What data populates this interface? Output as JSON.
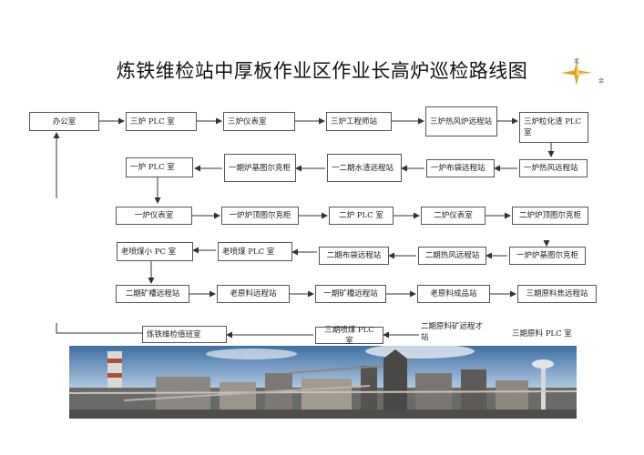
{
  "title": "炼铁维检站中厚板作业区作业长高炉巡检路线图",
  "compass": {
    "north": "北",
    "south": "余"
  },
  "nodes": {
    "office": "办公室",
    "f3_plc": "三炉 PLC 室",
    "f3_instrument": "三炉仪表室",
    "f3_engineer": "三炉工程师站",
    "f3_hotblast_remote": "三炉热风炉远程站",
    "f3_granulation_plc": "三炉粒化渣 PLC 室",
    "f1_plc": "一炉 PLC 室",
    "p1_base_tur": "一期炉基图尔克柜",
    "p2_water_remote": "一二期水渣远程站",
    "f1_bag_remote": "一炉布袋远程站",
    "f1_hotblast_remote": "一炉热风远程站",
    "f1_instrument": "一炉仪表室",
    "f1_top_tur": "一炉炉顶图尔克柜",
    "f2_plc": "二炉 PLC 室",
    "f2_instrument": "二炉仪表室",
    "f2_top_tur": "二炉炉顶图尔克柜",
    "old_injection_small_pc": "老喷煤小 PC 室",
    "old_injection_plc": "老喷煤 PLC 室",
    "p2_bag_remote": "二期布袋远程站",
    "p2_hotblast_remote": "二期热风远程站",
    "f1_base_tur": "一炉炉基图尔克柜",
    "p2_trough_remote": "二期矿槽远程站",
    "old_raw_remote": "老原料远程站",
    "p1_trough_remote": "一期矿槽远程站",
    "old_raw_product": "老原料成品站",
    "p3_raw_coke": "三期原料焦远程站",
    "duty_room": "炼铁维检值班室",
    "p3_injection_plc": "三期喷煤 PLC 室",
    "p2_raw_ore_remote": "二期原料矿远程才站",
    "p3_raw_plc": "三期原料 PLC 室"
  },
  "colors": {
    "line": "#333333",
    "box_border": "#555555",
    "compass_gold": "#d9a520"
  }
}
